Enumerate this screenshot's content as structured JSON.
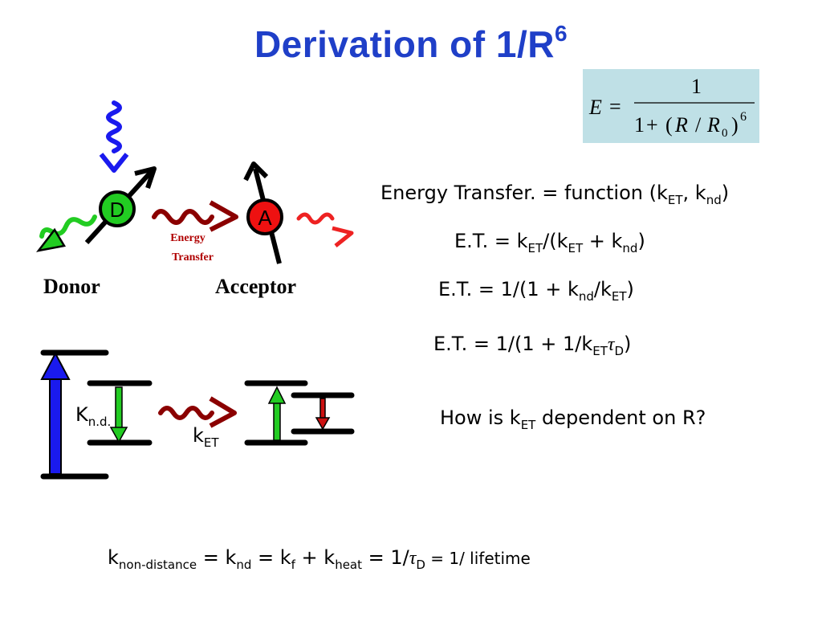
{
  "slide": {
    "title": "Derivation of 1/R",
    "title_superscript": "6"
  },
  "formula": {
    "lhs": "E",
    "equals": "=",
    "numerator": "1",
    "denominator_one": "1",
    "plus": "+",
    "open_paren": "(",
    "R": "R",
    "slash": "/",
    "R0": "R",
    "R0_sub": "0",
    "close_paren": ")",
    "exponent": "6",
    "background": "#bfe0e6"
  },
  "diagram": {
    "donor_circle_label": "D",
    "acceptor_circle_label": "A",
    "energy_transfer_line1": "Energy",
    "energy_transfer_line2": "Transfer",
    "donor_label": "Donor",
    "acceptor_label": "Acceptor",
    "knd_main": "K",
    "knd_sub": "n.d.",
    "ket_main": "k",
    "ket_sub": "ET",
    "colors": {
      "donor_green": "#22cc22",
      "acceptor_red": "#ee1111",
      "absorb_blue": "#1a1aee",
      "transfer_darkred": "#8b0000",
      "emission_red": "#ee2222"
    }
  },
  "equations": {
    "line1": {
      "a": "Energy Transfer. = function (k",
      "s1": "ET",
      "b": ", k",
      "s2": "nd",
      "c": ")"
    },
    "line2": {
      "a": "E.T. = k",
      "s1": "ET",
      "b": "/(k",
      "s2": "ET",
      "c": " + k",
      "s3": "nd",
      "d": ")"
    },
    "line3": {
      "a": "E.T. = 1/(1 + k",
      "s1": "nd",
      "b": "/k",
      "s2": "ET",
      "c": ")"
    },
    "line4": {
      "a": "E.T. = 1/(1 + 1/k",
      "s1": "ET",
      "tau": "τ",
      "s2": "D",
      "c": ")"
    },
    "question": {
      "a": "How is k",
      "s1": "ET",
      "b": " dependent on R?"
    }
  },
  "bottom": {
    "k1": "k",
    "s1": "non-distance",
    "eq1": " = k",
    "s2": "nd",
    "eq2": " = k",
    "s3": "f",
    "eq3": " + k",
    "s4": "heat",
    "eq4": " = 1/",
    "tau": "τ",
    "s5": "D",
    "tail": " = 1/ lifetime"
  }
}
